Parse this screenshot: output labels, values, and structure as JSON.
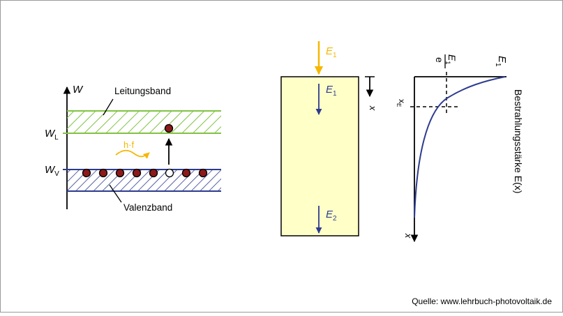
{
  "band_diagram": {
    "axis_label": "W",
    "wl_label": "W",
    "wl_sub": "L",
    "wv_label": "W",
    "wv_sub": "V",
    "conduction_band_label": "Leitungsband",
    "valence_band_label": "Valenzband",
    "photon_label": "h·f",
    "colors": {
      "conduction": "#80c342",
      "valence": "#2d3b8e",
      "photon": "#f5b800",
      "electron": "#8b1a1a"
    }
  },
  "slab": {
    "e1_top_label": "E",
    "e1_top_sub": "1",
    "e1_inside_label": "E",
    "e1_inside_sub": "1",
    "e2_label": "E",
    "e2_sub": "2",
    "x_label": "x",
    "fill_color": "#ffffc8"
  },
  "decay_plot": {
    "e1_label": "E",
    "e1_sub": "1",
    "e1_over_e_num": "E",
    "e1_over_e_num_sub": "1",
    "e1_over_e_den": "e",
    "xe_label": "x",
    "xe_sub": "E",
    "x_axis_label": "x",
    "y_title": "Bestrahlungsstärke  E(x)"
  },
  "source": "Quelle: www.lehrbuch-photovoltaik.de"
}
